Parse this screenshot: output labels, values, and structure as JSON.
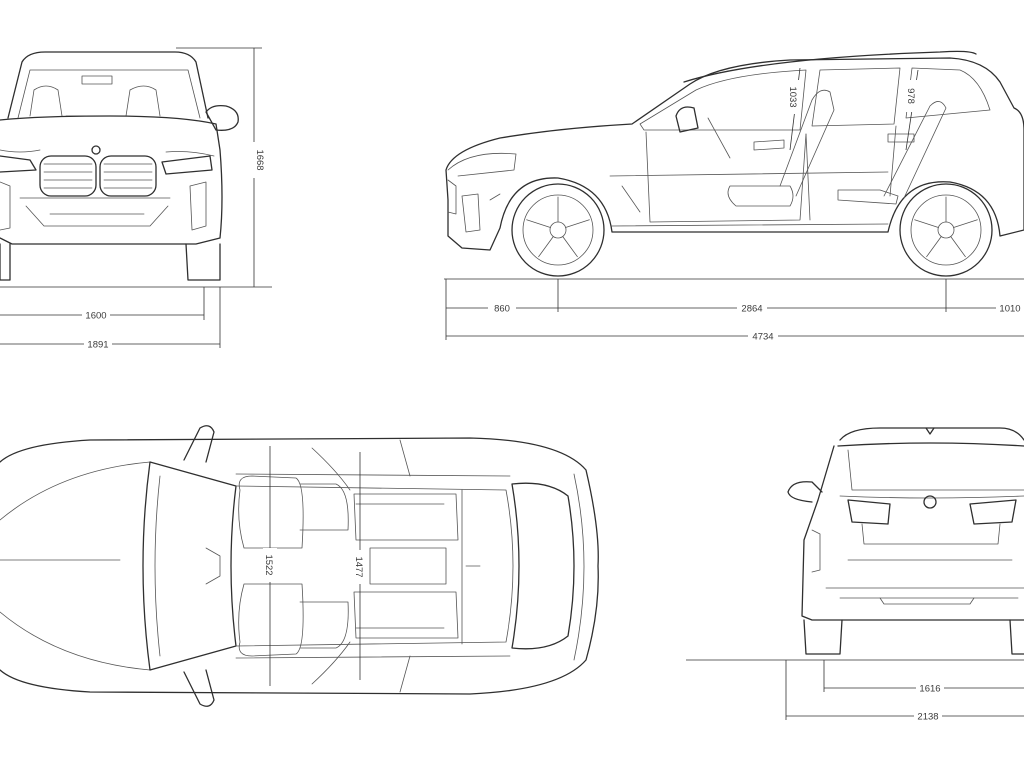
{
  "dimensions": {
    "front_height": "1668",
    "front_track": "1600",
    "front_width": "1891",
    "front_overhang": "860",
    "wheelbase": "2864",
    "rear_overhang": "1010",
    "overall_length": "4734",
    "front_headroom": "1033",
    "rear_headroom": "978",
    "front_shoulder_width": "1522",
    "rear_shoulder_width": "1477",
    "rear_track": "1616",
    "width_with_mirrors": "2138"
  },
  "colors": {
    "line": "#2f2f2f",
    "background": "#ffffff"
  }
}
